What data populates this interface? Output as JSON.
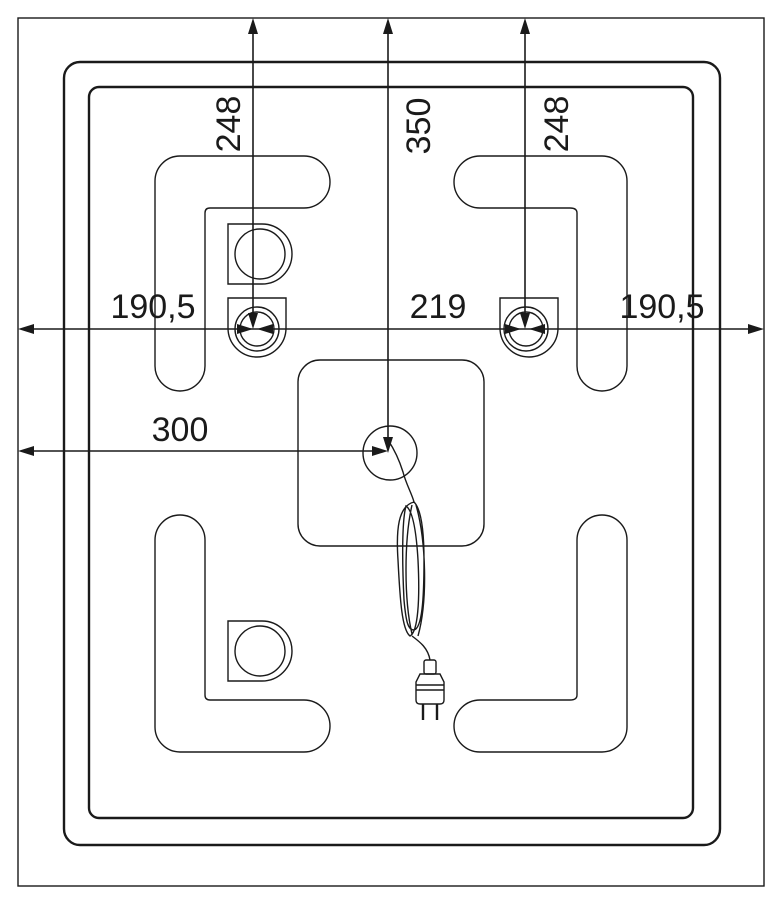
{
  "dimensions": {
    "top_left_vertical": "248",
    "center_vertical": "350",
    "top_right_vertical": "248",
    "left_horizontal": "190,5",
    "center_horizontal": "219",
    "right_horizontal": "190,5",
    "cable_horizontal": "300"
  }
}
